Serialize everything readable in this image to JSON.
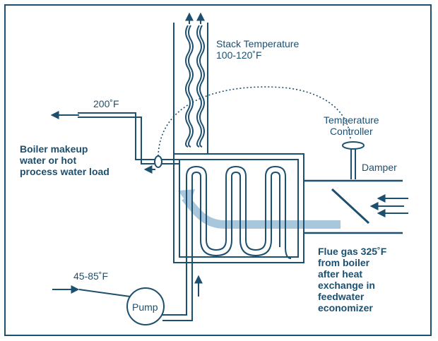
{
  "colors": {
    "line": "#1d4f6e",
    "flow": "#a9c7dc",
    "background": "#ffffff"
  },
  "labels": {
    "stack_temperature": "Stack Temperature\n100-120˚F",
    "outlet_temp": "200˚F",
    "boiler_makeup": "Boiler makeup\nwater or hot\nprocess water load",
    "temperature_controller": "Temperature\nController",
    "damper": "Damper",
    "inlet_temp": "45-85˚F",
    "pump": "Pump",
    "flue_gas": "Flue gas 325˚F\nfrom boiler\nafter heat\nexchange in\nfeedwater\neconomizer"
  }
}
